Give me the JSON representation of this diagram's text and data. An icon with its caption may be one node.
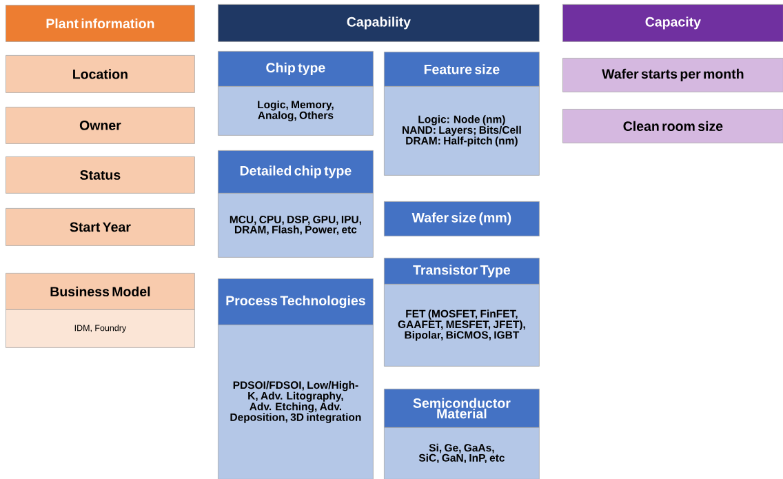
{
  "diagram": {
    "nodes": [
      {
        "text": [
          "Plant information"
        ]
      },
      {
        "text": [
          "Location"
        ]
      },
      {
        "text": [
          "Owner"
        ]
      },
      {
        "text": [
          "Status"
        ]
      },
      {
        "text": [
          "Start Year"
        ]
      },
      {
        "text": [
          "Business Model",
          "IDM, Foundry"
        ]
      },
      {
        "text": [
          "Capability"
        ]
      },
      {
        "text": [
          "Chip type",
          "Logic, Memory, Analog, Others"
        ]
      },
      {
        "text": [
          "Detailed chip type",
          "MCU, CPU, DSP, GPU, IPU, DRAM, Flash, Power, etc"
        ]
      },
      {
        "text": [
          "Process Technologies",
          "PDSOI/FDSOI, Low/High-K, Adv. Litography, Adv. Etching, Adv. Deposition, 3D integration"
        ]
      },
      {
        "text": [
          "Feature size",
          "Logic: Node (nm) NAND: Layers; Bits/Cell DRAM: Half-pitch (nm)"
        ]
      },
      {
        "text": [
          "Wafer size (mm)"
        ]
      },
      {
        "text": [
          "Transistor Type",
          "FET (MOSFET, FinFET, GAAFET, MESFET, JFET), Bipolar, BiCMOS, IGBT"
        ]
      },
      {
        "text": [
          "Semiconductor Material",
          "Si, Ge, GaAs, SiC, GaN, InP, etc"
        ]
      },
      {
        "text": [
          "Capacity"
        ]
      },
      {
        "text": [
          "Wafer starts per month"
        ]
      },
      {
        "text": [
          "Clean room size"
        ]
      }
    ]
  }
}
